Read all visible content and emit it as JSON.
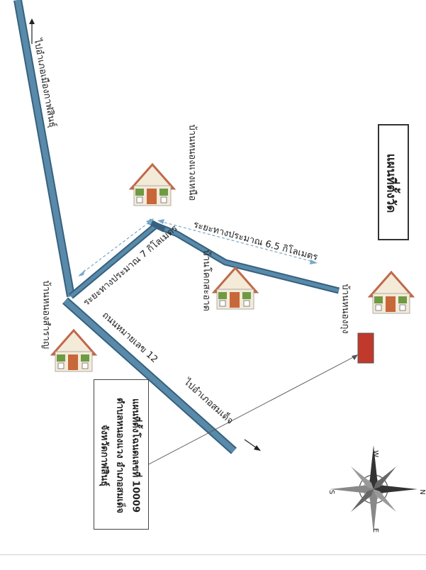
{
  "title": "แผนที่ตั้งวัด",
  "info_box": {
    "line1": "แผนที่ตั้งโฉนดเลขที่ 10009",
    "line2": "ตำบลหนองแวง อำเภอสมเด็จ",
    "line3": "จังหวัดกาฬสินธุ์"
  },
  "roads": {
    "to_kalasin": "ไปอำเภอเมืองกาฬสินธุ์",
    "highway_12": "ถนนหมายเลข 12",
    "to_somdet": "ไปอำเภอสมเด็จ",
    "distance_7km": "ระยะทางประมาณ 7 กิโลเมตร",
    "distance_6_5km": "ระยะทางประมาณ 6.5 กิโลเมตร"
  },
  "villages": {
    "nong_waeng_nuea": "บ้านหนองแวงเหนือ",
    "khok_sa_ngam": "บ้านโคกสะอาด",
    "nong_kung": "บ้านหนองกุง",
    "nong_sam_ran": "บ้านหนองสำราญ"
  },
  "compass": {
    "n": "N",
    "s": "S",
    "e": "E",
    "w": "W"
  },
  "colors": {
    "road": "#4f7f9f",
    "road_outline": "#36617e",
    "roof": "#c0694a",
    "wall": "#f4ead8",
    "door": "#c8673a",
    "bush": "#6f9a44",
    "temple": "#c0392b"
  }
}
